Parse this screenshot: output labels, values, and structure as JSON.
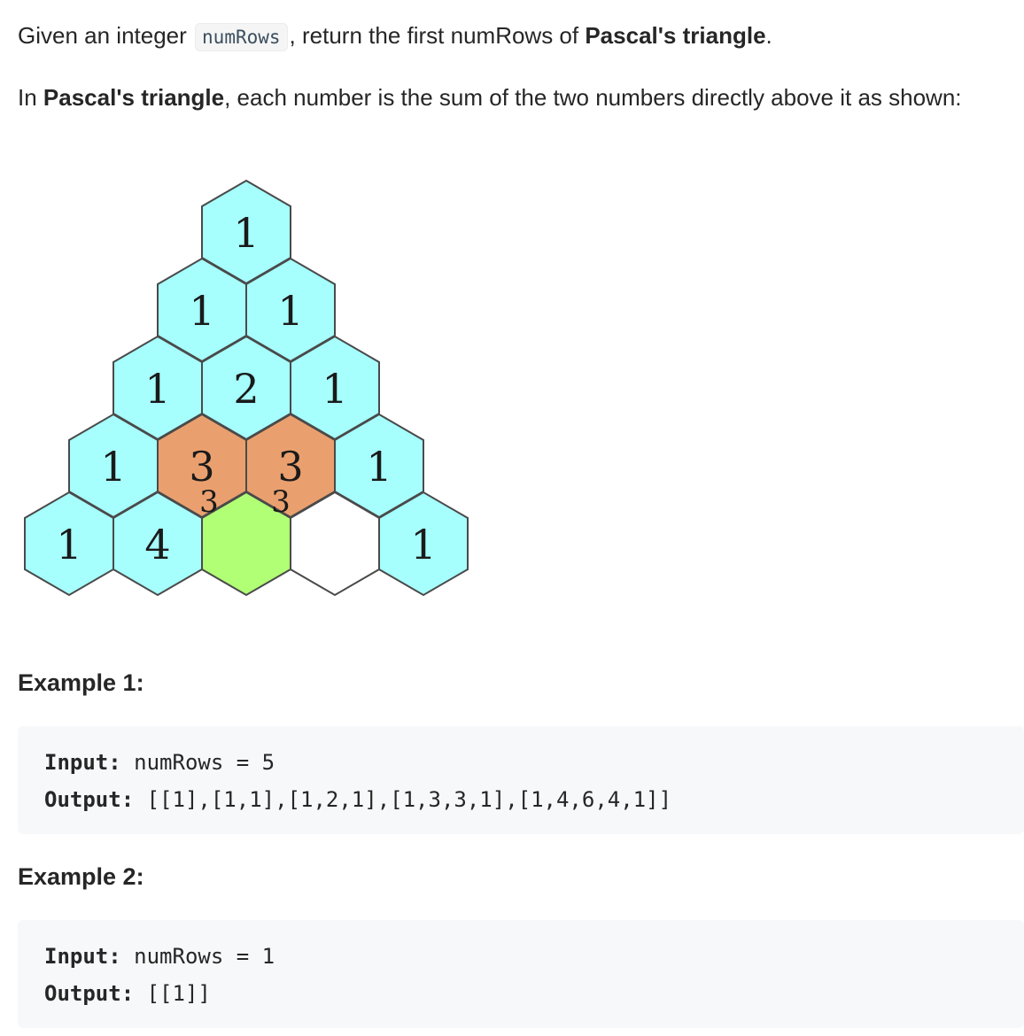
{
  "intro": {
    "text_1": "Given an integer",
    "code_param": "numRows",
    "text_2": ", return the first numRows of",
    "bold_term": "Pascal's triangle",
    "text_3": "."
  },
  "description": {
    "text_1": "In",
    "bold_term": "Pascal's triangle",
    "text_2": ", each number is the sum of the two numbers directly above it as shown:"
  },
  "figure": {
    "colors": {
      "cyan": "#a6fffd",
      "orange": "#eaa06e",
      "green": "#b1ff74",
      "white": "#ffffff",
      "stroke": "#4a4a4a"
    },
    "rows": [
      [
        "1"
      ],
      [
        "1",
        "1"
      ],
      [
        "1",
        "2",
        "1"
      ],
      [
        "1",
        "3",
        "3",
        "1"
      ],
      [
        "1",
        "4",
        "",
        "",
        "1"
      ]
    ],
    "small_labels": [
      "3",
      "3"
    ]
  },
  "examples": [
    {
      "title": "Example 1:",
      "input_label": "Input:",
      "input_value": "numRows = 5",
      "output_label": "Output:",
      "output_value": "[[1],[1,1],[1,2,1],[1,3,3,1],[1,4,6,4,1]]"
    },
    {
      "title": "Example 2:",
      "input_label": "Input:",
      "input_value": "numRows = 1",
      "output_label": "Output:",
      "output_value": "[[1]]"
    }
  ]
}
